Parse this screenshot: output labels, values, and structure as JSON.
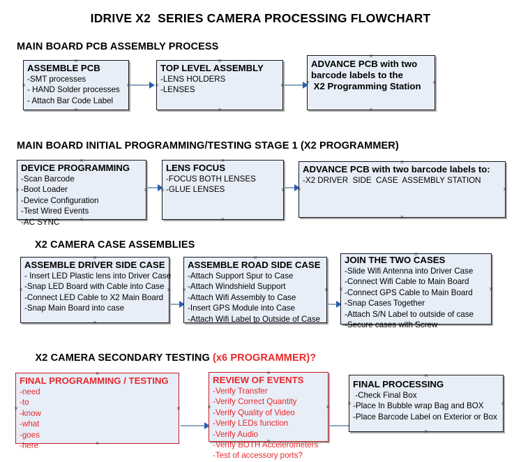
{
  "document": {
    "title": "IDRIVE X2  SERIES CAMERA PROCESSING FLOWCHART"
  },
  "colors": {
    "box_fill": "#e8eef7",
    "box_border": "#16181c",
    "red_accent": "#e8272c",
    "red_border": "#c31a20",
    "connector_line": "#8aa5bf",
    "connector_arrow": "#2a5db0",
    "text": "#000000",
    "page_background": "#ffffff"
  },
  "sections": [
    {
      "id": "main-board-pcb-assembly",
      "heading": "MAIN BOARD PCB ASSEMBLY PROCESS",
      "heading_accent": "",
      "nodes": [
        {
          "id": "assemble-pcb",
          "title": "ASSEMBLE PCB",
          "lines": [
            "-SMT processes",
            "- HAND Solder processes",
            "- Attach Bar Code Label"
          ],
          "color": "black"
        },
        {
          "id": "top-level-assembly",
          "title": "TOP LEVEL ASSEMBLY",
          "lines": [
            "-LENS HOLDERS",
            "-LENSES"
          ],
          "color": "black"
        },
        {
          "id": "advance-pcb-to-programming-station",
          "title": "ADVANCE PCB with two",
          "title_extra": [
            "barcode labels to the",
            " X2 Programming Station"
          ],
          "lines": [],
          "color": "black"
        }
      ]
    },
    {
      "id": "main-board-initial-programming",
      "heading": "MAIN BOARD INITIAL PROGRAMMING/TESTING STAGE 1 (X2 PROGRAMMER)",
      "heading_accent": "",
      "nodes": [
        {
          "id": "device-programming",
          "title": "DEVICE PROGRAMMING",
          "lines": [
            "-Scan Barcode",
            "-Boot Loader",
            "-Device Configuration",
            "-Test Wired Events",
            "-AC SYNC"
          ],
          "color": "black"
        },
        {
          "id": "lens-focus",
          "title": "LENS FOCUS",
          "lines": [
            "-FOCUS BOTH LENSES",
            "-GLUE LENSES"
          ],
          "color": "black"
        },
        {
          "id": "advance-pcb-to-driver-side-case",
          "title": "ADVANCE PCB with two barcode labels to:",
          "lines": [
            "-X2 DRIVER  SIDE  CASE  ASSEMBLY STATION"
          ],
          "color": "black"
        }
      ]
    },
    {
      "id": "x2-camera-case-assemblies",
      "heading": "X2 CAMERA CASE ASSEMBLIES",
      "heading_accent": "",
      "nodes": [
        {
          "id": "assemble-driver-side-case",
          "title": "ASSEMBLE DRIVER SIDE CASE",
          "lines": [
            "- Insert LED Plastic lens into Driver Case",
            "-Snap LED Board with Cable into Case",
            "-Connect LED Cable to X2 Main Board",
            "-Snap Main Board into case"
          ],
          "color": "black"
        },
        {
          "id": "assemble-road-side-case",
          "title": "ASSEMBLE ROAD SIDE CASE",
          "lines": [
            "-Attach Support Spur to Case",
            "-Attach Windshield Support",
            "-Attach Wifi Assembly to Case",
            "-Insert GPS Module into Case",
            "-Attach Wifi Label to Outside of Case"
          ],
          "color": "black"
        },
        {
          "id": "join-the-two-cases",
          "title": "JOIN THE TWO CASES",
          "lines": [
            "-Slide Wifi Antenna into Driver Case",
            "-Connect Wifi Cable to Main Board",
            "-Connect GPS Cable to Main Board",
            "-Snap Cases Together",
            "-Attach S/N Label to outside of case",
            "-Secure cases with Screw"
          ],
          "color": "black"
        }
      ]
    },
    {
      "id": "x2-camera-secondary-testing",
      "heading": "X2 CAMERA SECONDARY TESTING ",
      "heading_accent": "(x6 PROGRAMMER)?",
      "nodes": [
        {
          "id": "final-programming-testing",
          "title": "FINAL PROGRAMMING / TESTING",
          "lines": [
            "-need",
            "-to",
            "-know",
            "-what",
            "-goes",
            "-here"
          ],
          "color": "red"
        },
        {
          "id": "review-of-events",
          "title": "REVIEW OF EVENTS",
          "lines": [
            "-Verify Transfer",
            "-Verify Correct Quantity",
            "-Verify Quality of Video",
            "-Verify LEDs function",
            "-Verify Audio",
            "-Verify BOTH Accelerometers",
            "-Test of accessory ports?"
          ],
          "color": "red"
        },
        {
          "id": "final-processing",
          "title": "FINAL PROCESSING",
          "lines": [
            " -Check Final Box",
            "-Place In Bubble wrap Bag and BOX",
            "-Place Barcode Label on Exterior or Box"
          ],
          "color": "black"
        }
      ]
    }
  ]
}
